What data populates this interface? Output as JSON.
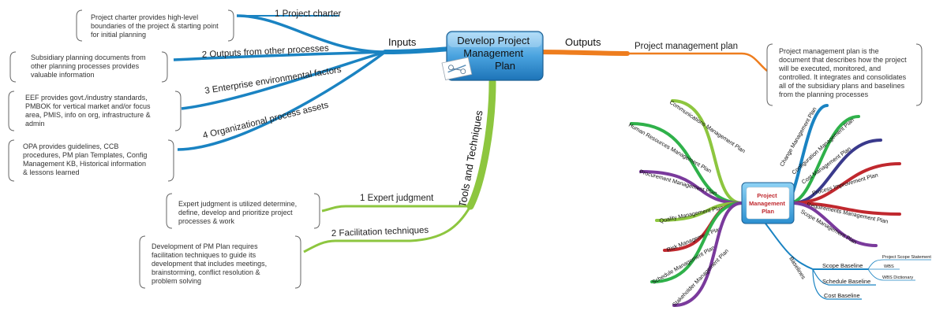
{
  "central_topic": {
    "lines": [
      "Develop Project",
      "Management",
      "Plan"
    ]
  },
  "inputs": {
    "label": "Inputs",
    "items": [
      {
        "label": "1 Project charter",
        "note": [
          "Project charter provides high-level",
          "boundaries of the project & starting point",
          "for initial planning"
        ]
      },
      {
        "label": "2 Outputs from other processes",
        "note": [
          "Subsidiary planning documents from",
          "other planning processes provides",
          "valuable information"
        ]
      },
      {
        "label": "3 Enterprise environmental factors",
        "note": [
          "EEF provides govt./industry standards,",
          "PMBOK for vertical market and/or focus",
          "area, PMIS, info on org, infrastructure &",
          "admin"
        ]
      },
      {
        "label": "4 Organizational process assets",
        "note": [
          "OPA provides guidelines, CCB",
          "procedures, PM plan Templates, Config",
          "Management KB, Historical information",
          "& lessons learned"
        ]
      }
    ]
  },
  "outputs": {
    "label": "Outputs",
    "items": [
      {
        "label": "Project management plan",
        "note": [
          "Project management plan is the",
          "document that describes how the project",
          "will be executed, monitored, and",
          "controlled. It integrates and consolidates",
          "all of the subsidiary plans and baselines",
          "from the planning processes"
        ]
      }
    ]
  },
  "tools": {
    "label": "Tools and Techniques",
    "items": [
      {
        "label": "1 Expert judgment",
        "note": [
          "Expert judgment is utilized determine,",
          "define, develop and prioritize project",
          "processes & work"
        ]
      },
      {
        "label": "2 Facilitation techniques",
        "note": [
          "Development of PM Plan requires",
          "facilitation techniques to guide its",
          "development that includes meetings,",
          "brainstorming, conflict resolution &",
          "problem solving"
        ]
      }
    ]
  },
  "pm_plan_map": {
    "center": [
      "Project",
      "Management",
      "Plan"
    ],
    "left_spokes": [
      "Communications Management Plan",
      "Human Resources Management Plan",
      "Procurement Management Plan",
      "Quality Management Plan",
      "Risk Management Plan",
      "Schedule Management Plan",
      "Stakeholder Management Plan"
    ],
    "right_spokes": [
      "Change Management Plan",
      "Configuration Management Plan",
      "Cost Management Plan",
      "Process Improvement Plan",
      "Requirements Management Plan",
      "Scope Management Plan"
    ],
    "baselines": {
      "label": "Baselines",
      "scope": "Scope Baseline",
      "schedule": "Schedule Baseline",
      "cost": "Cost Baseline",
      "scope_children": [
        "Project Scope Statement",
        "WBS",
        "WBS Dictionary"
      ]
    }
  },
  "colors": {
    "inputs_branch": "#1a83c2",
    "outputs_branch": "#ee7d1e",
    "tools_branch": "#8dc63f",
    "central_fill": "#4aa3df"
  }
}
